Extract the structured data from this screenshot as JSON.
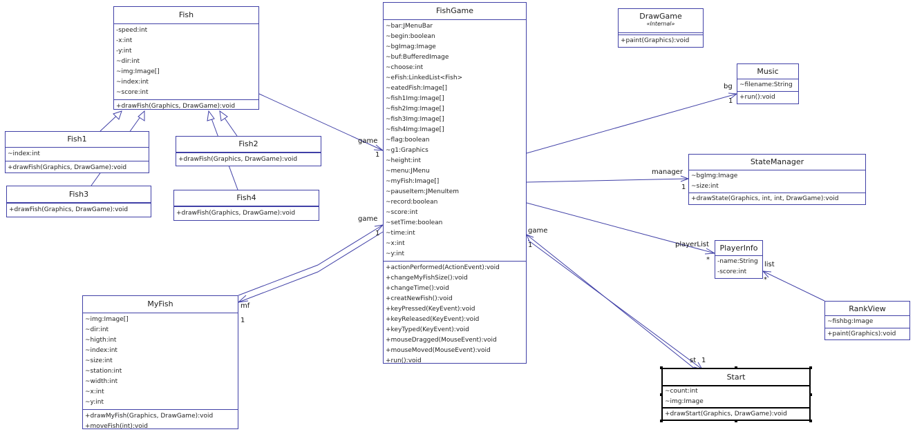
{
  "classes": {
    "fish": {
      "name": "Fish",
      "attrs": [
        "-speed:int",
        "-x:int",
        "-y:int",
        "~dir:int",
        "~img:Image[]",
        "~index:int",
        "~score:int"
      ],
      "ops": [
        "+drawFish(Graphics, DrawGame):void"
      ]
    },
    "fish1": {
      "name": "Fish1",
      "attrs": [
        "~index:int"
      ],
      "ops": [
        "+drawFish(Graphics, DrawGame):void"
      ]
    },
    "fish2": {
      "name": "Fish2",
      "attrs": [],
      "ops": [
        "+drawFish(Graphics, DrawGame):void"
      ]
    },
    "fish3": {
      "name": "Fish3",
      "attrs": [],
      "ops": [
        "+drawFish(Graphics, DrawGame):void"
      ]
    },
    "fish4": {
      "name": "Fish4",
      "attrs": [],
      "ops": [
        "+drawFish(Graphics, DrawGame):void"
      ]
    },
    "fishgame": {
      "name": "FishGame",
      "attrs": [
        "~bar:JMenuBar",
        "~begin:boolean",
        "~bgImag:Image",
        "~buf:BufferedImage",
        "~choose:int",
        "~eFish:LinkedList<Fish>",
        "~eatedFish:Image[]",
        "~fish1Img:Image[]",
        "~fish2Img:Image[]",
        "~fish3Img:Image[]",
        "~fish4Img:Image[]",
        "~flag:boolean",
        "~g1:Graphics",
        "~height:int",
        "~menu:JMenu",
        "~myFish:Image[]",
        "~pauseItem:JMenuItem",
        "~record:boolean",
        "~score:int",
        "~setTime:boolean",
        "~time:int",
        "~x:int",
        "~y:int"
      ],
      "ops": [
        "+actionPerformed(ActionEvent):void",
        "+changeMyFishSize():void",
        "+changeTime():void",
        "+creatNewFish():void",
        "+keyPressed(KeyEvent):void",
        "+keyReleased(KeyEvent):void",
        "+keyTyped(KeyEvent):void",
        "+mouseDragged(MouseEvent):void",
        "+mouseMoved(MouseEvent):void",
        "+run():void"
      ]
    },
    "drawgame": {
      "name": "DrawGame",
      "stereotype": "«Internal»",
      "attrs": [],
      "ops": [
        "+paint(Graphics):void"
      ]
    },
    "music": {
      "name": "Music",
      "attrs": [
        "~filename:String"
      ],
      "ops": [
        "+run():void"
      ]
    },
    "statemanager": {
      "name": "StateManager",
      "attrs": [
        "~bgImg:Image",
        "~size:int"
      ],
      "ops": [
        "+drawState(Graphics, int, int, DrawGame):void"
      ]
    },
    "playerinfo": {
      "name": "PlayerInfo",
      "attrs": [
        "-name:String",
        "-score:int"
      ],
      "ops": []
    },
    "rankview": {
      "name": "RankView",
      "attrs": [
        "~fishbg:Image"
      ],
      "ops": [
        "+paint(Graphics):void"
      ]
    },
    "myfish": {
      "name": "MyFish",
      "attrs": [
        "~img:Image[]",
        "~dir:int",
        "~higth:int",
        "~index:int",
        "~size:int",
        "~station:int",
        "~width:int",
        "~x:int",
        "~y:int"
      ],
      "ops": [
        "+drawMyFish(Graphics, DrawGame):void",
        "+moveFish(int):void"
      ]
    },
    "start": {
      "name": "Start",
      "attrs": [
        "~count:int",
        "~img:Image"
      ],
      "ops": [
        "+drawStart(Graphics, DrawGame):void"
      ]
    }
  },
  "labels": {
    "game1": "game",
    "game1_mult": "1",
    "game2": "game",
    "game2_mult": "1",
    "game3": "game",
    "game3_mult": "1",
    "bg": "bg",
    "bg_mult": "1",
    "manager": "manager",
    "manager_mult": "1",
    "playerlist": "playerList",
    "playerlist_mult": "*",
    "list": "list",
    "list_mult": "*",
    "mf": "mf",
    "mf_mult": "1",
    "st": "st",
    "st_mult": "1"
  },
  "colors": {
    "line": "#3f3fa6",
    "text": "#1a1a1a"
  }
}
